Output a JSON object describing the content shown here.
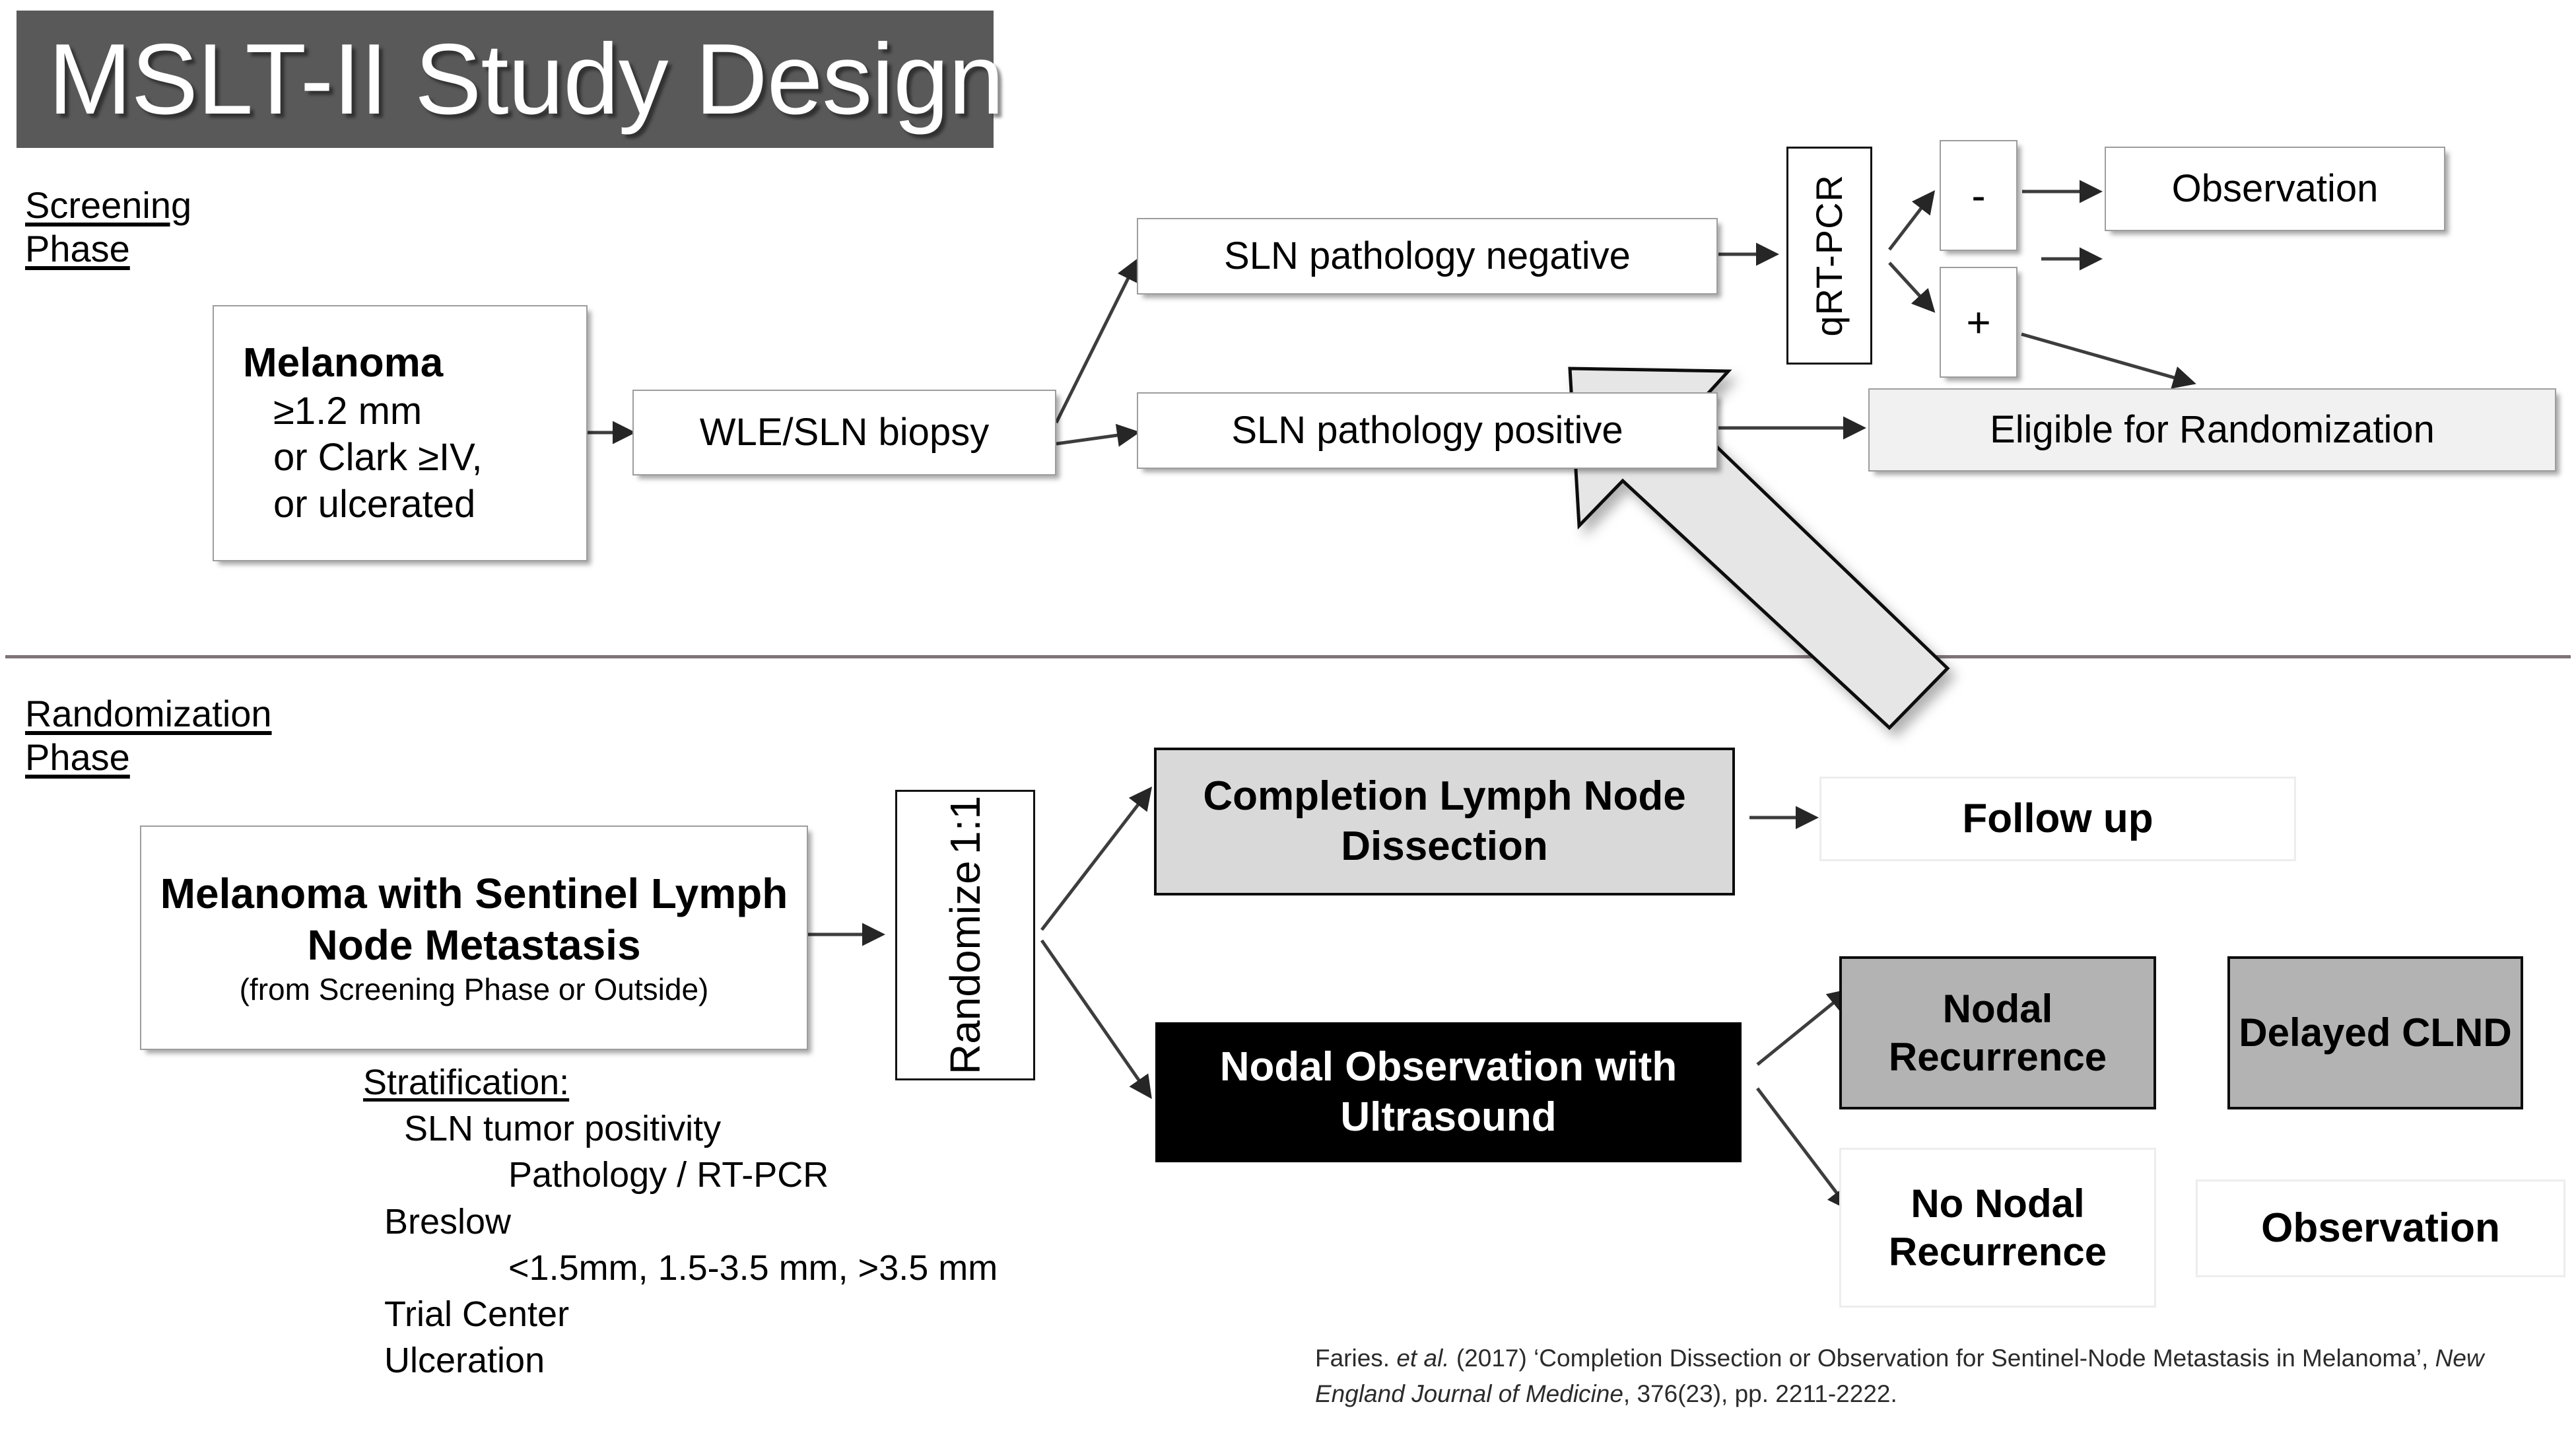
{
  "title": "MSLT-II Study Design",
  "phases": {
    "screening": {
      "line1": "Screening",
      "line2": "Phase"
    },
    "randomization": {
      "line1": "Randomization",
      "line2": "Phase"
    }
  },
  "screening_nodes": {
    "melanoma": {
      "header": "Melanoma",
      "line1": "≥1.2 mm",
      "line2": "or Clark ≥IV,",
      "line3": "or ulcerated"
    },
    "biopsy": "WLE/SLN biopsy",
    "sln_negative": "SLN pathology negative",
    "sln_positive": "SLN pathology positive",
    "qrtpcr": "qRT-PCR",
    "minus": "-",
    "plus": "+",
    "observation": "Observation",
    "eligible": "Eligible for Randomization"
  },
  "randomization_nodes": {
    "melanoma_sln": {
      "line1": "Melanoma with Sentinel",
      "line2": "Lymph Node Metastasis",
      "sub": "(from Screening Phase or Outside)"
    },
    "randomize": {
      "label": "Randomize",
      "ratio": "1:1"
    },
    "clnd": {
      "line1": "Completion Lymph",
      "line2": "Node Dissection"
    },
    "follow_up": "Follow up",
    "nodal_observation": {
      "line1": "Nodal Observation with",
      "line2": "Ultrasound"
    },
    "nodal_recurrence": {
      "line1": "Nodal",
      "line2": "Recurrence"
    },
    "delayed_clnd": {
      "line1": "Delayed",
      "line2": "CLND"
    },
    "no_nodal_recurrence": {
      "line1": "No Nodal",
      "line2": "Recurrence"
    },
    "observation": "Observation"
  },
  "stratification": {
    "heading": "Stratification:",
    "item1": "SLN tumor positivity",
    "item1_sub": "Pathology / RT-PCR",
    "item2": "Breslow",
    "item2_sub": "<1.5mm,  1.5-3.5 mm,  >3.5 mm",
    "item3": "Trial Center",
    "item4": "Ulceration"
  },
  "citation": {
    "part1": "Faries. ",
    "italic1": "et al.",
    "part2": " (2017) ‘Completion Dissection or Observation for Sentinel-Node Metastasis in Melanoma’, ",
    "italic2": "New England Journal of Medicine",
    "part3": ", 376(23), pp. 2211-2222."
  },
  "colors": {
    "title_bar": "#595959",
    "divider": "#7f7478",
    "box_light_fill": "#f1f1f1",
    "box_gray_fill": "#d9d9d9",
    "box_dark_gray_fill": "#b3b3b3",
    "box_black_fill": "#000000",
    "block_arrow_fill": "#e6e6e6"
  }
}
